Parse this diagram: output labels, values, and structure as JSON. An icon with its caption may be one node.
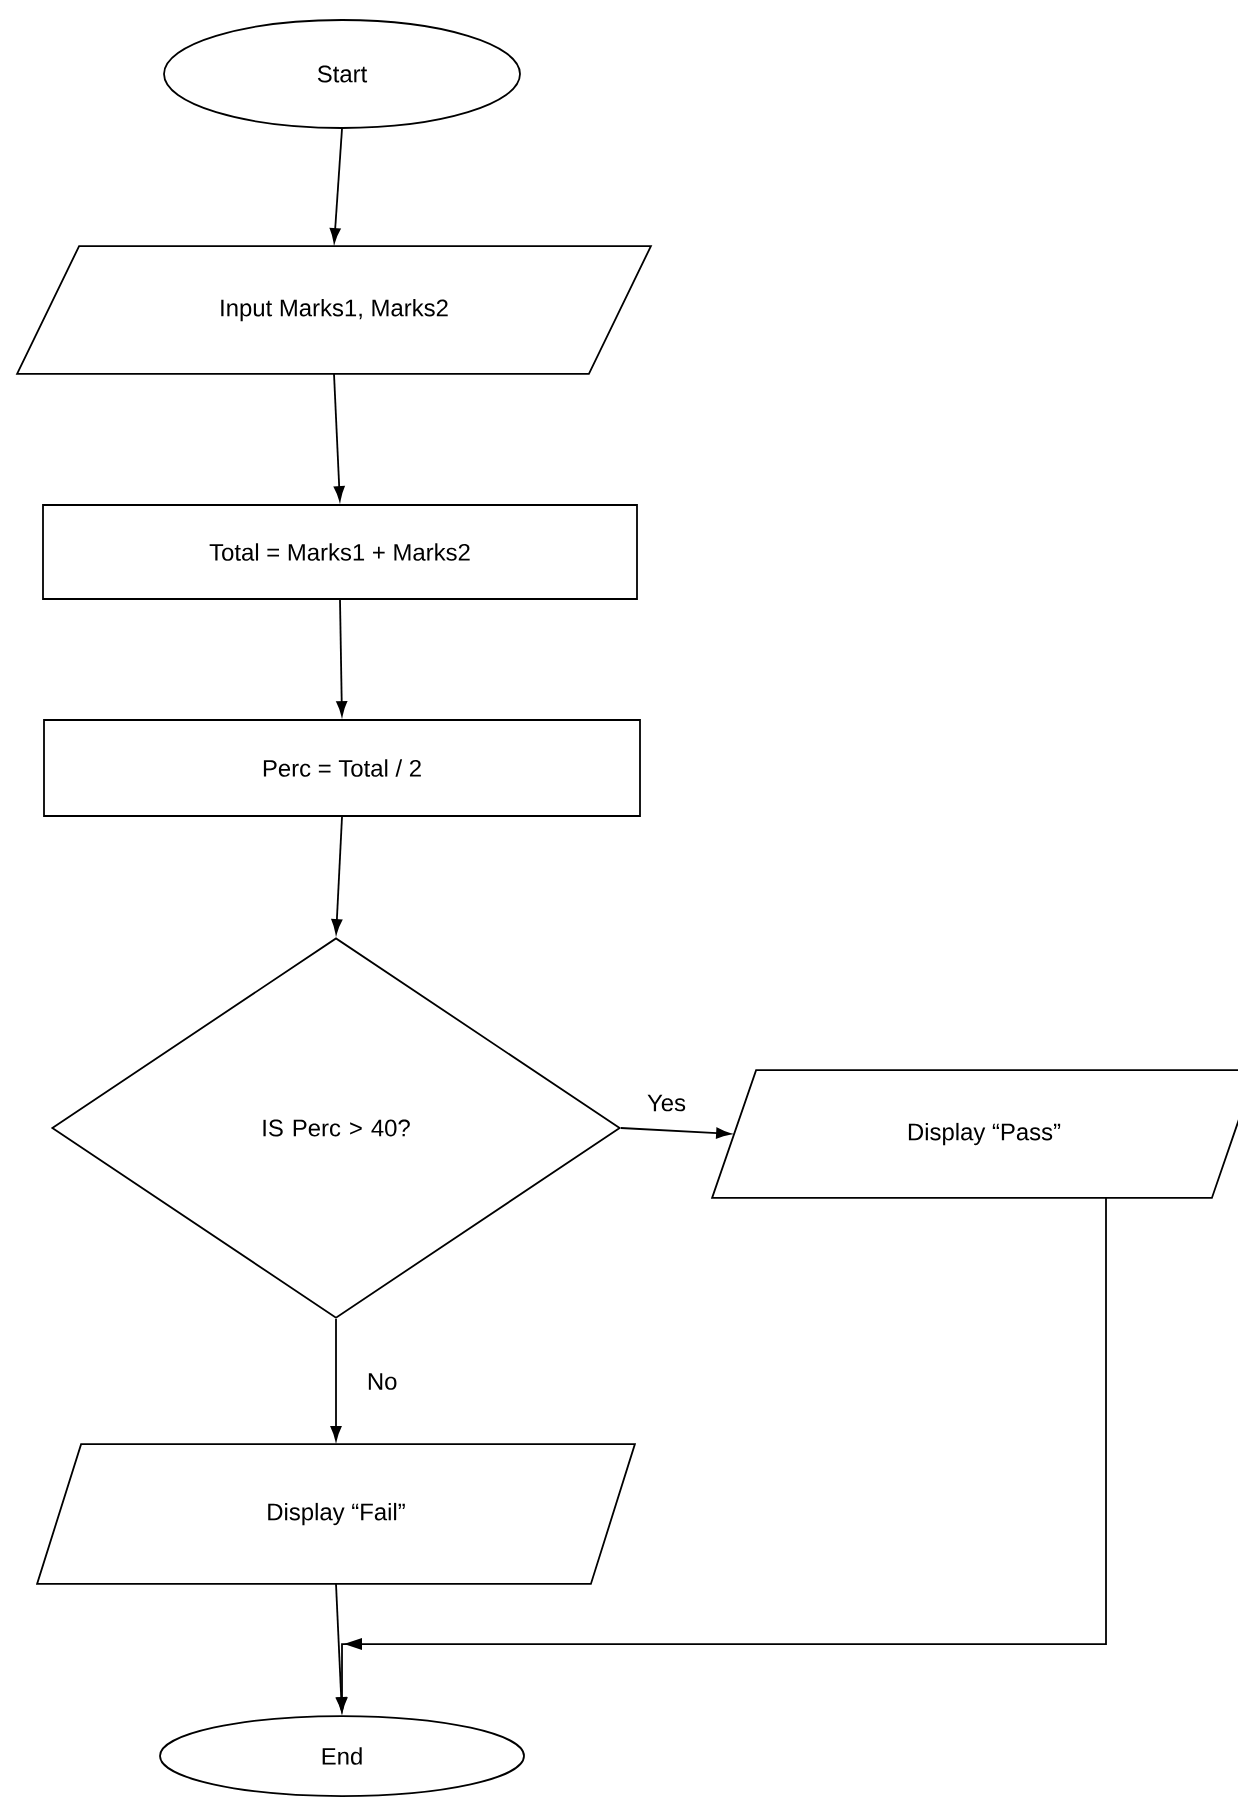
{
  "diagram": {
    "nodes": [
      {
        "text": [
          "Start"
        ]
      },
      {
        "text": [
          "Input Marks1, Marks2"
        ]
      },
      {
        "text": [
          "Total = Marks1 + Marks2"
        ]
      },
      {
        "text": [
          "Perc = Total / 2"
        ]
      },
      {
        "text": [
          "IS Perc > 40?"
        ]
      },
      {
        "text": [
          "Display “Pass”"
        ]
      },
      {
        "text": [
          "Display “Fail”"
        ]
      },
      {
        "text": [
          "End"
        ]
      }
    ],
    "edges": [
      {
        "from": 0,
        "to": 1,
        "arrow": "to"
      },
      {
        "from": 1,
        "to": 2,
        "arrow": "to"
      },
      {
        "from": 2,
        "to": 3,
        "arrow": "to"
      },
      {
        "from": 3,
        "to": 4,
        "arrow": "to"
      },
      {
        "from": 4,
        "to": 5,
        "arrow": "to",
        "label": "Yes"
      },
      {
        "from": 4,
        "to": 6,
        "arrow": "to",
        "label": "No"
      },
      {
        "from": 6,
        "to": 7,
        "arrow": "to"
      },
      {
        "from": 5,
        "to": 7,
        "arrow": "to"
      }
    ]
  }
}
